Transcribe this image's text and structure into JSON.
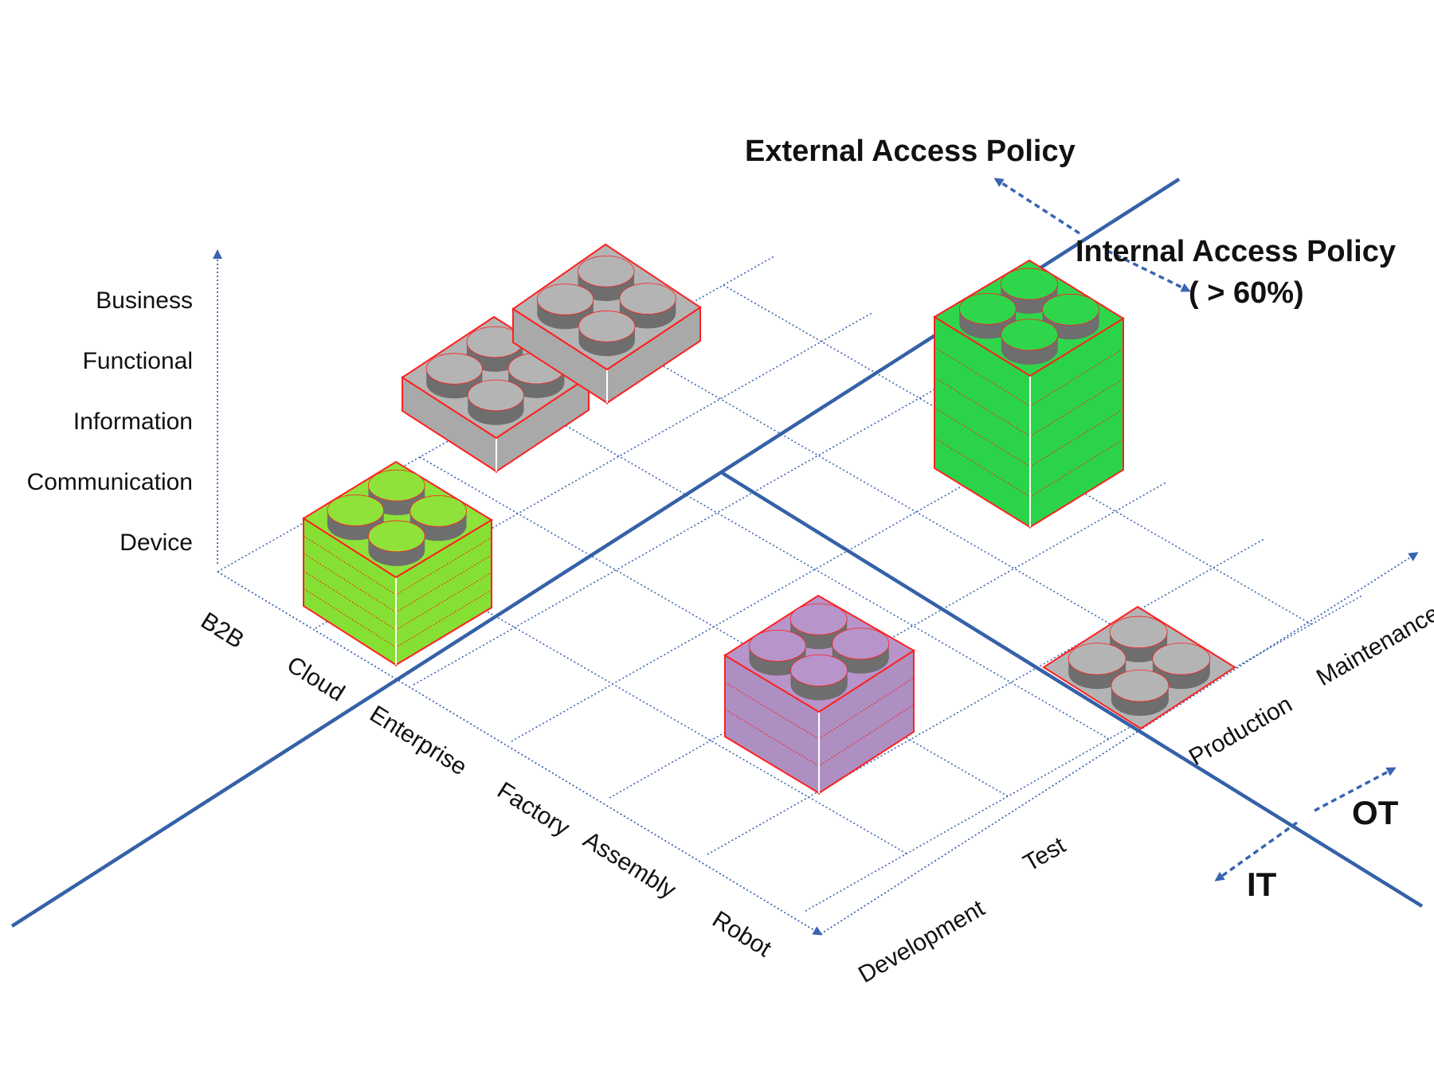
{
  "layers": [
    "Business",
    "Functional",
    "Information",
    "Communication",
    "Device"
  ],
  "domains": [
    "B2B",
    "Cloud",
    "Enterprise",
    "Factory",
    "Assembly",
    "Robot"
  ],
  "lifecycle": [
    "Development",
    "Test",
    "Production",
    "Maintenance"
  ],
  "policies": {
    "external": "External Access Policy",
    "internal": "Internal Access Policy",
    "internal_note": "( > 60%)"
  },
  "zones": {
    "it": "IT",
    "ot": "OT"
  },
  "colors": {
    "grid": "#3a64b0",
    "divider": "#3561a8",
    "outline": "#ff2020",
    "gray_top": "#b4b4b4",
    "gray_side": "#a9a9a9",
    "light_green_top": "#8ee23a",
    "light_green_side": "#86e033",
    "green_top": "#2fd64c",
    "green_side": "#2bd34a",
    "purple_top": "#b794c9",
    "purple_side": "#ad8fc2",
    "stud_dark": "#6e6e6e"
  },
  "blocks": [
    {
      "name": "gray-block-small",
      "color": "gray",
      "layers": 1
    },
    {
      "name": "gray-block-large",
      "color": "gray",
      "layers": 1
    },
    {
      "name": "light-green-block",
      "color": "light_green",
      "layers": 5
    },
    {
      "name": "green-block",
      "color": "green",
      "layers": 5
    },
    {
      "name": "purple-block",
      "color": "purple",
      "layers": 3
    },
    {
      "name": "flat-gray-block",
      "color": "gray",
      "layers": 0
    }
  ]
}
